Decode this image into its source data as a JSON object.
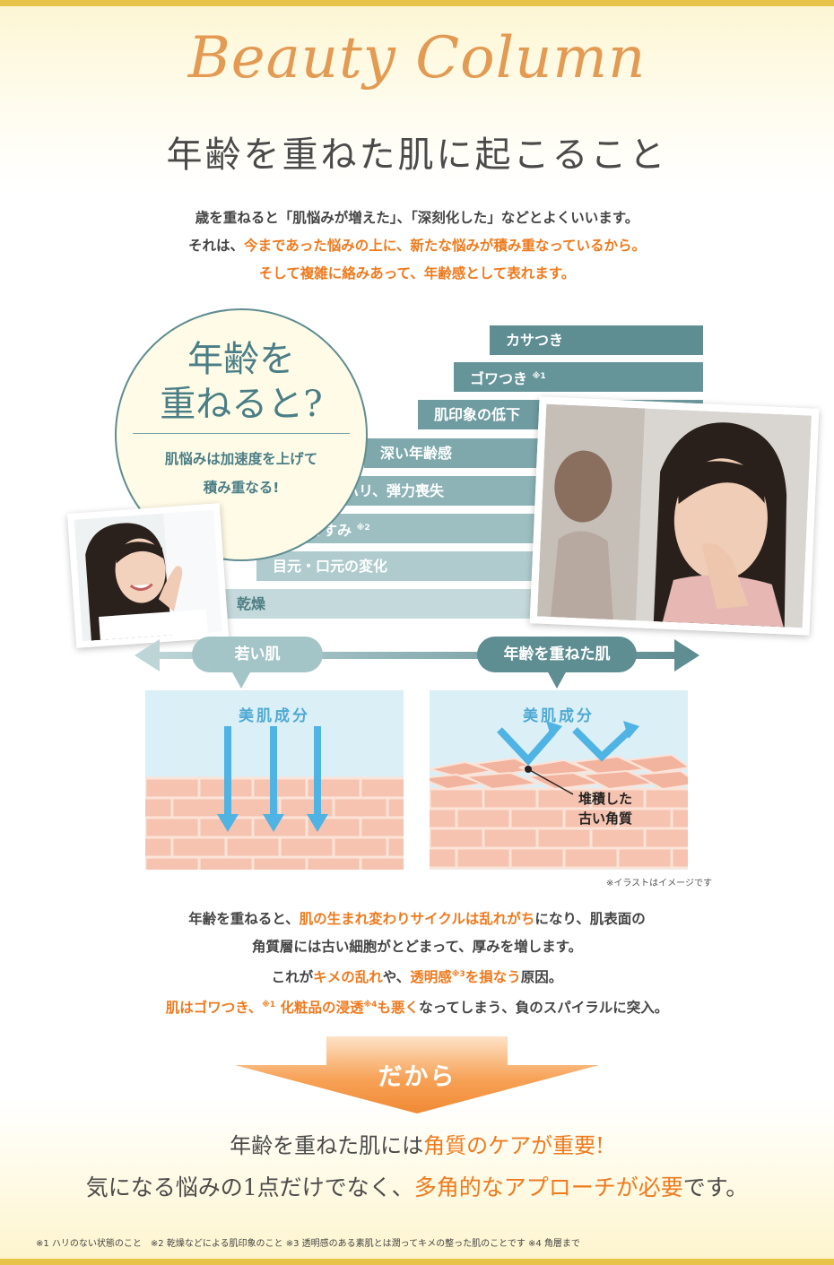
{
  "brand": "Beauty Column",
  "title": "年齢を重ねた肌に起こること",
  "intro": {
    "line1": "歳を重ねると「肌悩みが増えた」、「深刻化した」などとよくいいます。",
    "line2_prefix": "それは、",
    "line2_orange": "今まであった悩みの上に、新たな悩みが積み重なっているから。",
    "line3": "そして複雑に絡みあって、年齢感として表れます。"
  },
  "circle": {
    "line1": "年齢を",
    "line2": "重ねると?",
    "sub1": "肌悩みは加速度を上げて",
    "sub2": "積み重なる!"
  },
  "stairs": [
    {
      "label": "カサつき",
      "note": ""
    },
    {
      "label": "ゴワつき",
      "note": "※1"
    },
    {
      "label": "肌印象の低下",
      "note": ""
    },
    {
      "label": "深い年齢感",
      "note": ""
    },
    {
      "label": "ハリ、弾力喪失",
      "note": ""
    },
    {
      "label": "くすみ",
      "note": "※2"
    },
    {
      "label": "目元・口元の変化",
      "note": ""
    },
    {
      "label": "乾燥",
      "note": ""
    }
  ],
  "axis": {
    "young": "若い肌",
    "aged": "年齢を重ねた肌"
  },
  "panels": {
    "left_label": "美肌成分",
    "right_label": "美肌成分",
    "callout_line1": "堆積した",
    "callout_line2": "古い角質"
  },
  "illustration_note": "※イラストはイメージです",
  "body": {
    "l1_a": "年齢を重ねると、",
    "l1_b": "肌の生まれ変わりサイクルは乱れがち",
    "l1_c": "になり、肌表面の",
    "l2": "角質層には古い細胞がとどまって、厚みを増します。",
    "l3_a": "これが",
    "l3_b": "キメの乱れ",
    "l3_c": "や、",
    "l3_d": "透明感",
    "l3_n": "※3",
    "l3_e": "を損なう",
    "l3_f": "原因。",
    "l4_a": "肌はゴワつき、",
    "l4_n1": "※1",
    "l4_b": " 化粧品の浸透",
    "l4_n2": "※4",
    "l4_c": "も悪く",
    "l4_d": "なってしまう、負のスパイラルに突入。"
  },
  "dakara": "だから",
  "conclusion": {
    "l1_a": "年齢を重ねた肌には",
    "l1_b": "角質のケアが重要!",
    "l2_a": "気になる悩みの1点だけでなく、",
    "l2_b": "多角的なアプローチが必要",
    "l2_c": "です。"
  },
  "footnote": "※1 ハリのない状態のこと　※2 乾燥などによる肌印象のこと ※3 透明感のある素肌とは潤ってキメの整った肌のことです ※4 角層まで",
  "colors": {
    "brand": "#e39a52",
    "orange": "#ee7a1e",
    "teal": "#5e8d92",
    "gold": "#e8c34a",
    "arrow_blue": "#4fb3e3"
  }
}
